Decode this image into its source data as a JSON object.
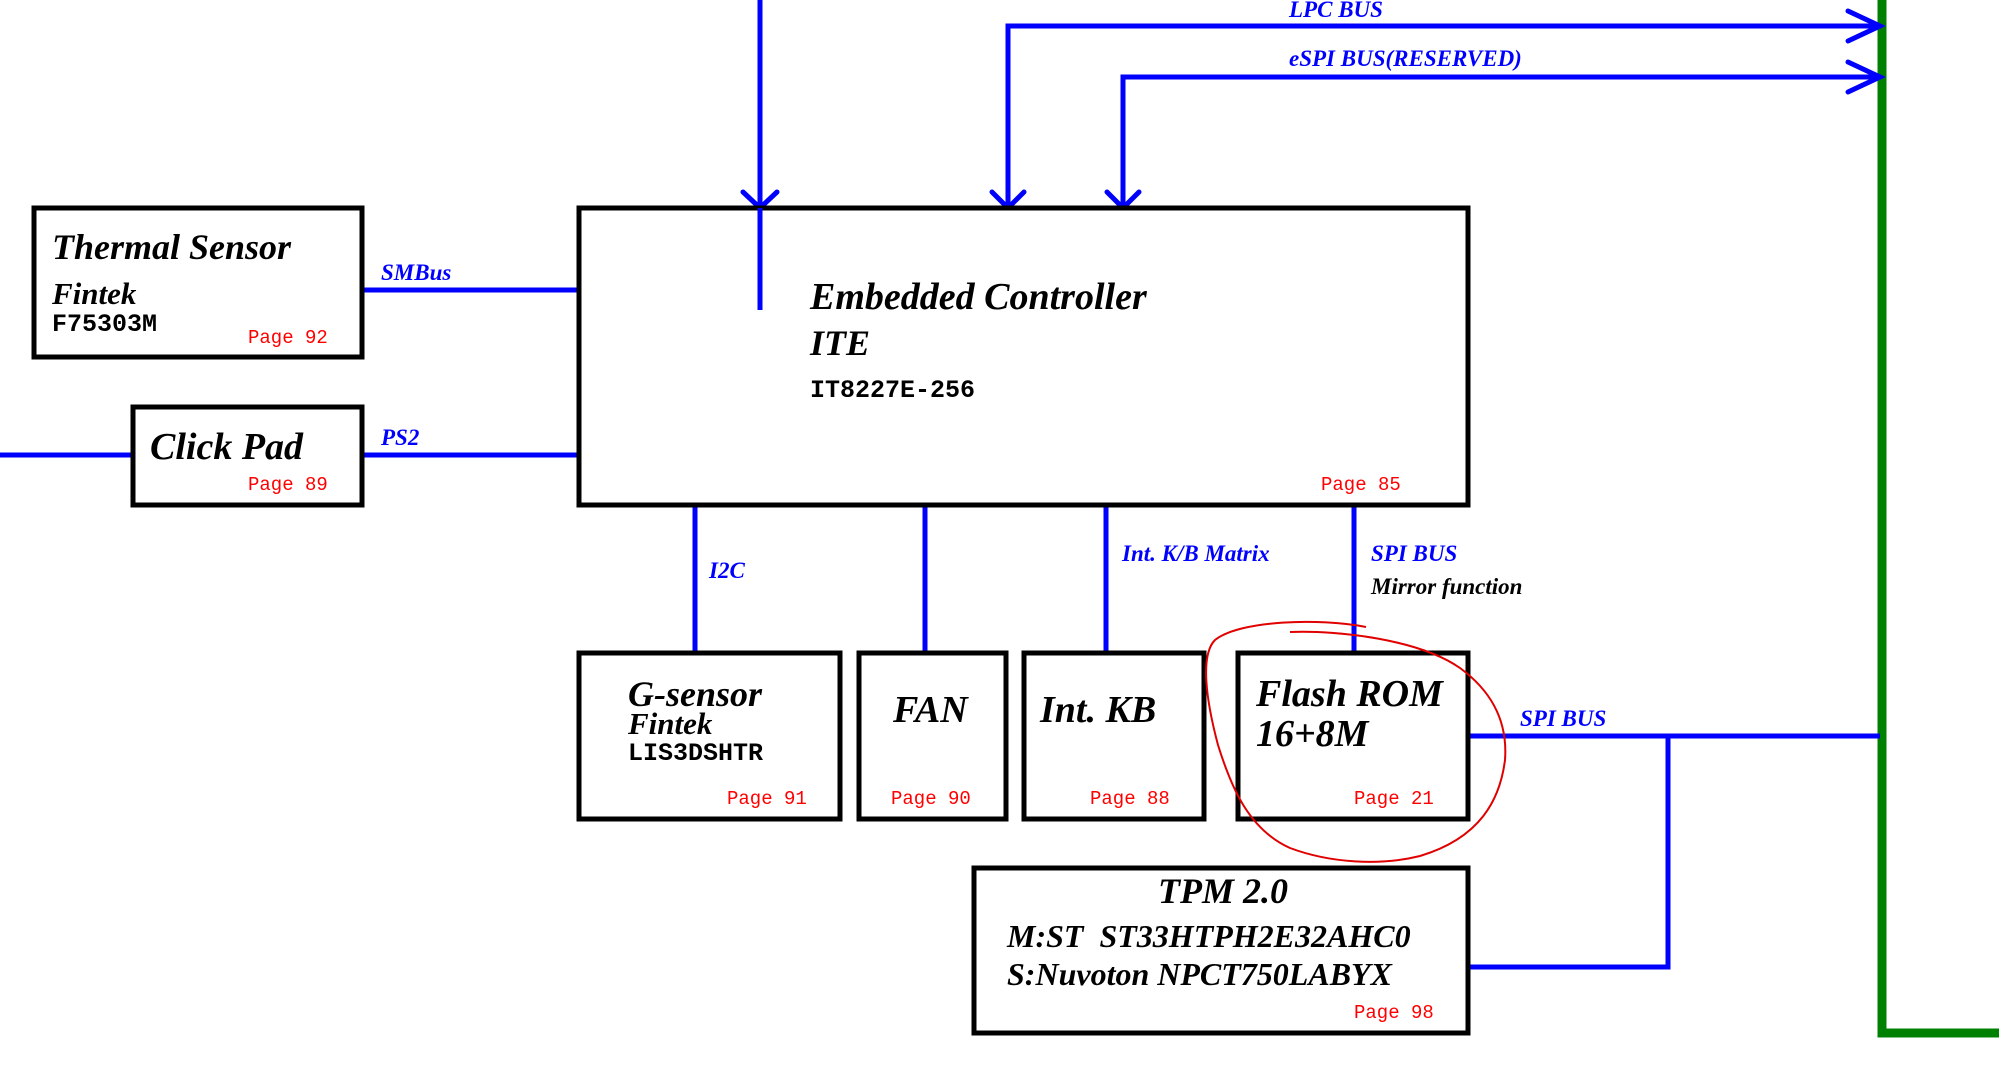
{
  "colors": {
    "bus": "#0000ff",
    "box": "#000000",
    "page_ref": "#ff0000",
    "rail": "#008000",
    "annotation": "#e00000"
  },
  "buses": {
    "lpc": "LPC BUS",
    "espi": "eSPI BUS(RESERVED)",
    "smbus": "SMBus",
    "ps2": "PS2",
    "i2c": "I2C",
    "kb_matrix": "Int. K/B Matrix",
    "spi_ec": "SPI BUS",
    "spi_ec_note": "Mirror function",
    "spi_out": "SPI BUS"
  },
  "blocks": {
    "thermal": {
      "title": "Thermal Sensor",
      "vendor": "Fintek",
      "part": "F75303M",
      "page": "Page 92"
    },
    "clickpad": {
      "title": "Click Pad",
      "page": "Page 89"
    },
    "ec": {
      "title": "Embedded Controller",
      "vendor": "ITE",
      "part": "IT8227E-256",
      "page": "Page 85"
    },
    "gsensor": {
      "title": "G-sensor",
      "vendor": "Fintek",
      "part": "LIS3DSHTR",
      "page": "Page 91"
    },
    "fan": {
      "title": "FAN",
      "page": "Page 90"
    },
    "intkb": {
      "title": "Int. KB",
      "page": "Page 88"
    },
    "flash": {
      "title": "Flash ROM",
      "size": "16+8M",
      "page": "Page 21"
    },
    "tpm": {
      "title": "TPM 2.0",
      "main": "M:ST  ST33HTPH2E32AHC0",
      "second": "S:Nuvoton NPCT750LABYX",
      "page": "Page 98"
    }
  }
}
